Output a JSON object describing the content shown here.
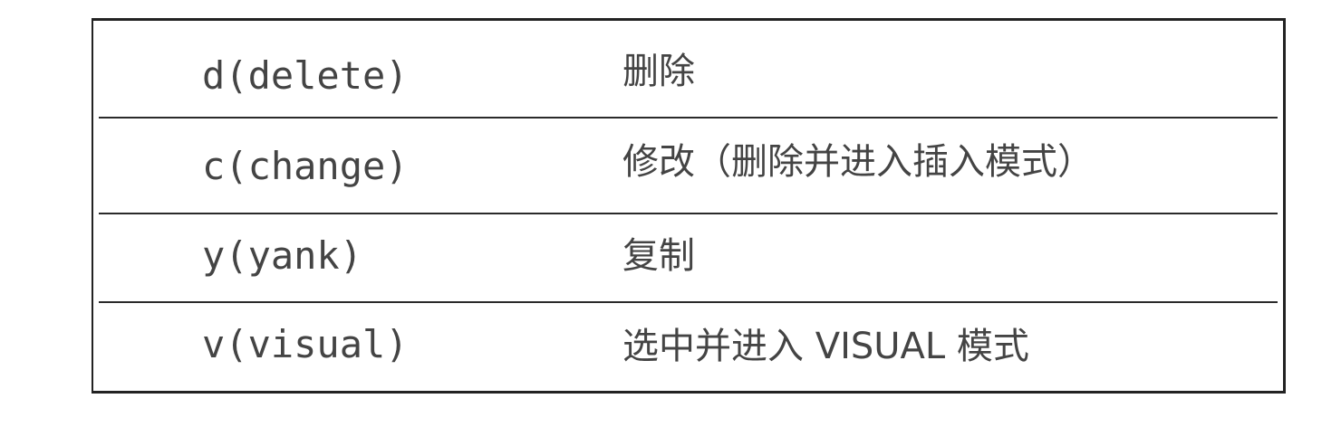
{
  "rows": [
    {
      "command": "d(delete)",
      "description": "删除"
    },
    {
      "command": "c(change)",
      "description": "修改（删除并进入插入模式）"
    },
    {
      "command": "y(yank)",
      "description": "复制"
    },
    {
      "command": "v(visual)",
      "description": "选中并进入 VISUAL 模式"
    }
  ]
}
